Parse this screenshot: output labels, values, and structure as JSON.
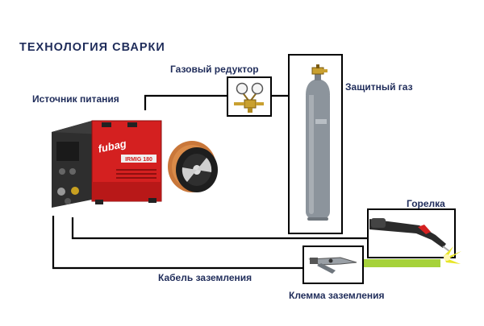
{
  "title": "ТЕХНОЛОГИЯ  СВАРКИ",
  "labels": {
    "power_source": "Источник питания",
    "gas_reducer": "Газовый редуктор",
    "shield_gas": "Защитный газ",
    "torch": "Горелка",
    "ground_cable": "Кабель заземления",
    "ground_clamp": "Клемма заземления"
  },
  "device": {
    "brand": "fubag",
    "model": "IRMIG 180"
  },
  "colors": {
    "label_text": "#1f2c5a",
    "machine_red": "#d42020",
    "cylinder_gray": "#8c949c",
    "torch_tip_yellow": "#e8e62a",
    "workpiece_green": "#a6d23a"
  }
}
